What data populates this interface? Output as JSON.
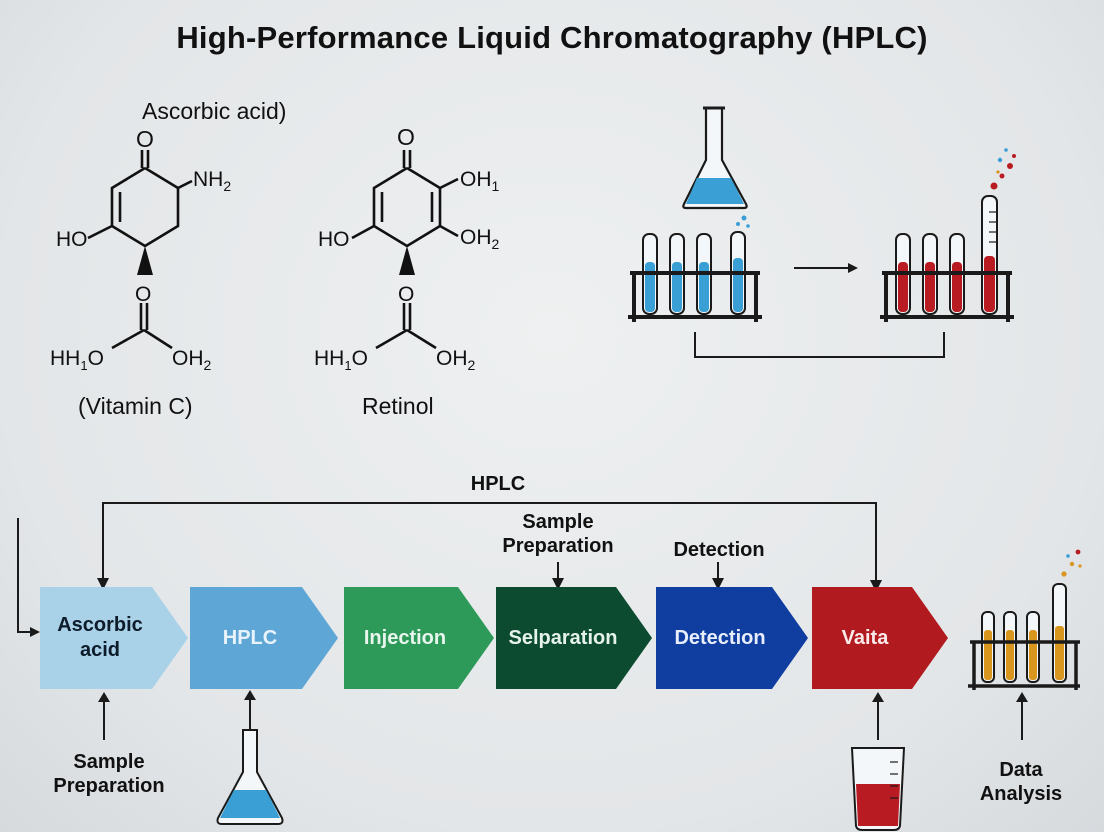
{
  "title": "High-Performance Liquid Chromatography (HPLC)",
  "molecule_left": {
    "header": "Ascorbic acid)",
    "o_top": "O",
    "nh2": "NH",
    "nh2_sub": "2",
    "ho": "HO",
    "o_mid": "O",
    "hh_left": "HH",
    "hh_left_sub": "1",
    "hh_left_o": "O",
    "oh2_right": "OH",
    "oh2_right_sub": "2",
    "caption": "(Vitamin C)"
  },
  "molecule_right": {
    "o_top": "O",
    "oh1": "OH",
    "oh1_sub": "1",
    "oh2": "OH",
    "oh2_sub": "2",
    "ho": "HO",
    "o_mid": "O",
    "hh_left": "HH",
    "hh_left_sub": "1",
    "hh_left_o": "O",
    "oh2_right": "OH",
    "oh2_right_sub": "2",
    "caption": "Retinol"
  },
  "flow": {
    "loop_label": "HPLC",
    "steps": [
      {
        "label": "Ascorbic acid",
        "color": "#a9d2e8",
        "text_color": "#0d1b2a"
      },
      {
        "label": "HPLC",
        "color": "#5ea6d6",
        "text_color": "#e9f3fb"
      },
      {
        "label": "Injection",
        "color": "#2e9a5a",
        "text_color": "#e8f6ee"
      },
      {
        "label": "Selparation",
        "color": "#0c4b30",
        "text_color": "#e6f2ec"
      },
      {
        "label": "Detection",
        "color": "#0f3ea0",
        "text_color": "#e8eefb"
      },
      {
        "label": "Vaita",
        "color": "#b11a1f",
        "text_color": "#fbeaea"
      }
    ],
    "above_labels": {
      "separation": "Sample Preparation",
      "detection": "Detection"
    },
    "below_labels": {
      "sample_prep": "Sample Preparation",
      "data_analysis": "Data Analysis"
    }
  },
  "colors": {
    "liquid_blue": "#3a9fd4",
    "liquid_red": "#b81c22",
    "liquid_amber": "#d9961f",
    "rack": "#1a1a1a"
  }
}
